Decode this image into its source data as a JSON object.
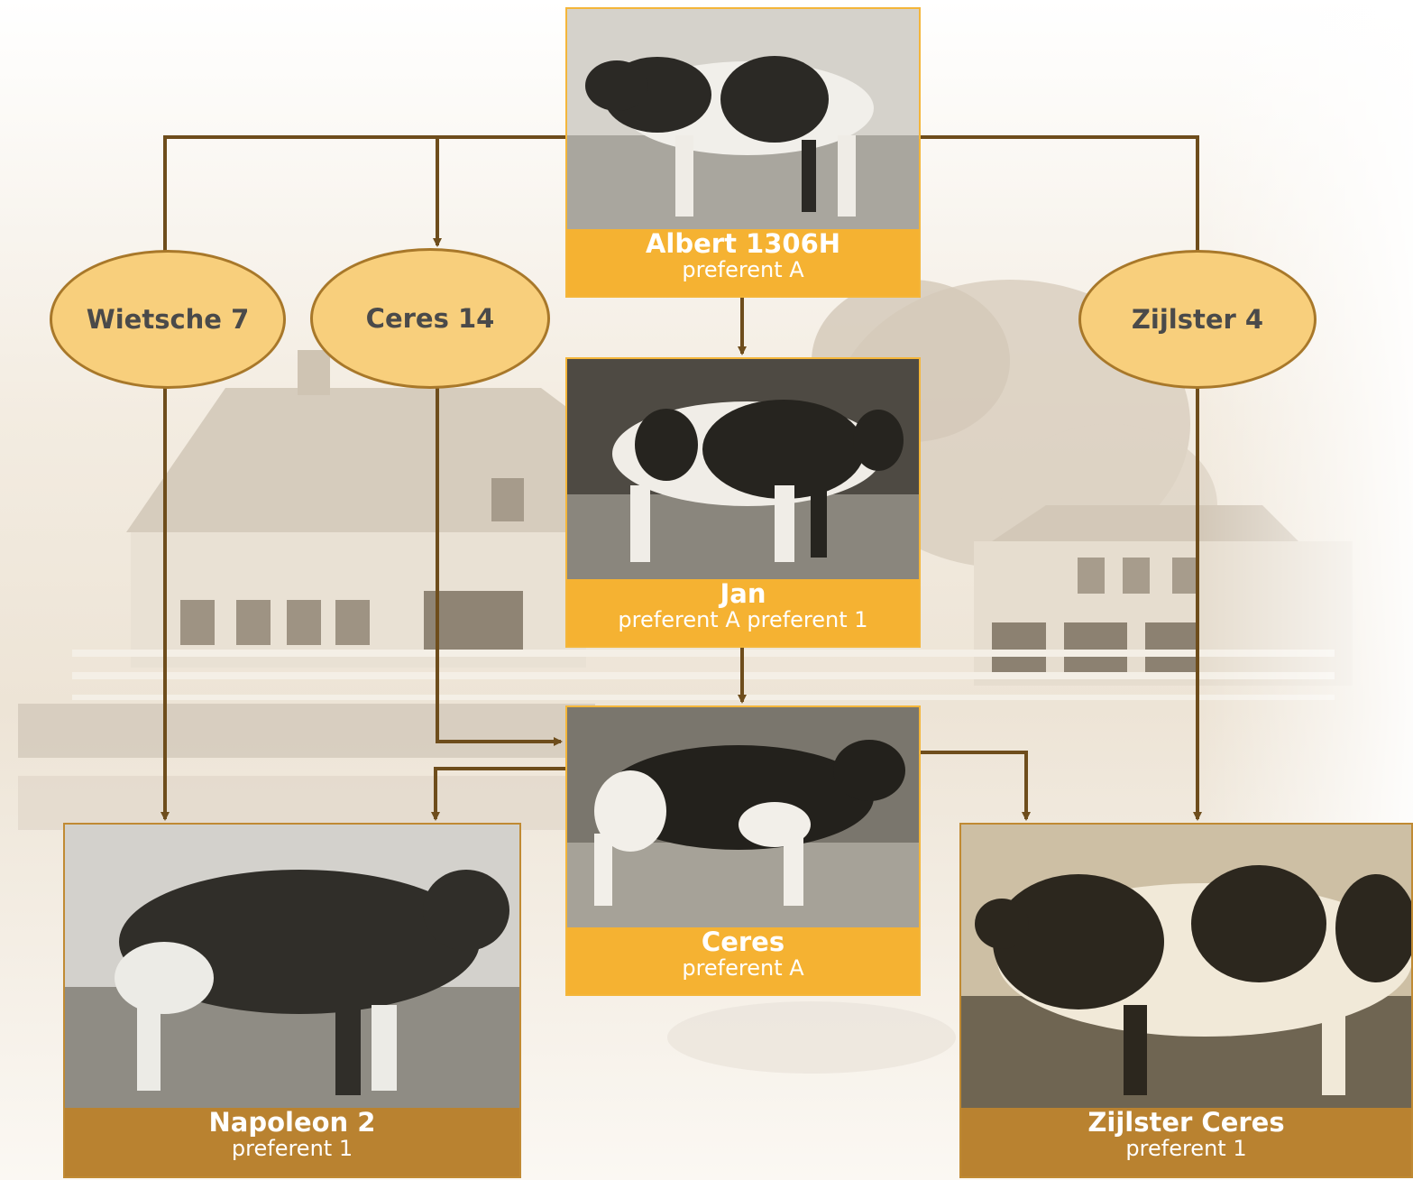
{
  "colors": {
    "accent_caption": "#f5b232",
    "dark_caption": "#b98230",
    "connector": "#6e4d1c",
    "oval_fill": "#f8cf7c",
    "oval_border": "#a8782a"
  },
  "nodes": {
    "albert": {
      "name": "Albert 1306H",
      "title": "preferent A"
    },
    "jan": {
      "name": "Jan",
      "title": "preferent A preferent 1"
    },
    "ceres": {
      "name": "Ceres",
      "title": "preferent A"
    },
    "napoleon": {
      "name": "Napoleon 2",
      "title": "preferent 1"
    },
    "zijlster_ceres": {
      "name": "Zijlster Ceres",
      "title": "preferent 1"
    }
  },
  "ovals": {
    "wietsche": "Wietsche 7",
    "ceres14": "Ceres 14",
    "zijlster4": "Zijlster 4"
  }
}
